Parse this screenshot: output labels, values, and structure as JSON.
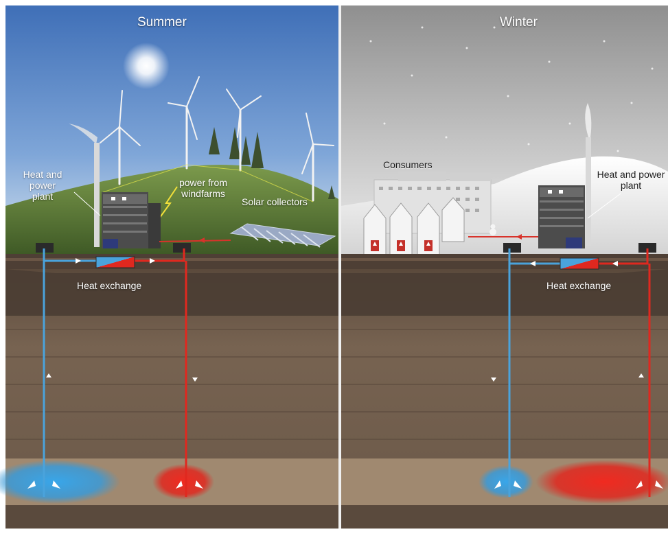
{
  "summer": {
    "title": "Summer",
    "heat_power_plant": "Heat and power\nplant",
    "windfarms": "power from\nwindfarms",
    "solar": "Solar collectors",
    "heat_exchange": "Heat exchange"
  },
  "winter": {
    "title": "Winter",
    "consumers": "Consumers",
    "heat_power_plant": "Heat and power\nplant",
    "heat_exchange": "Heat exchange"
  },
  "colors": {
    "cold": "#4aa3dc",
    "warm": "#e0281f",
    "summer_sky": "#5b87c9",
    "winter_sky": "#bdbdbd",
    "hill": "#5d7a3a",
    "soil": "#6e5c4b"
  }
}
